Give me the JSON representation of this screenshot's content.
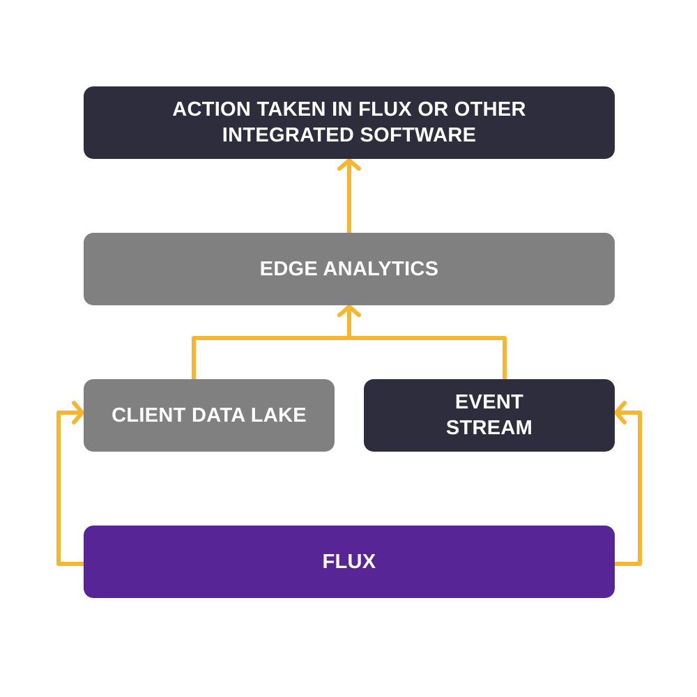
{
  "colors": {
    "dark": "#2E2D3D",
    "gray": "#808080",
    "purple": "#582596",
    "connector": "#F5B731",
    "text": "#FFFFFF"
  },
  "nodes": {
    "action": {
      "label": "ACTION TAKEN IN FLUX OR OTHER INTEGRATED SOFTWARE",
      "fill": "dark"
    },
    "edge": {
      "label": "EDGE ANALYTICS",
      "fill": "gray"
    },
    "lake": {
      "label": "CLIENT DATA LAKE",
      "fill": "gray"
    },
    "stream": {
      "label": "EVENT STREAM",
      "fill": "dark"
    },
    "flux": {
      "label": "FLUX",
      "fill": "purple"
    }
  },
  "edges": [
    {
      "from": "flux",
      "to": "lake",
      "style": "arrow"
    },
    {
      "from": "flux",
      "to": "stream",
      "style": "arrow"
    },
    {
      "from": "lake",
      "to": "edge",
      "style": "arrow"
    },
    {
      "from": "stream",
      "to": "edge",
      "style": "arrow"
    },
    {
      "from": "edge",
      "to": "action",
      "style": "arrow"
    }
  ]
}
